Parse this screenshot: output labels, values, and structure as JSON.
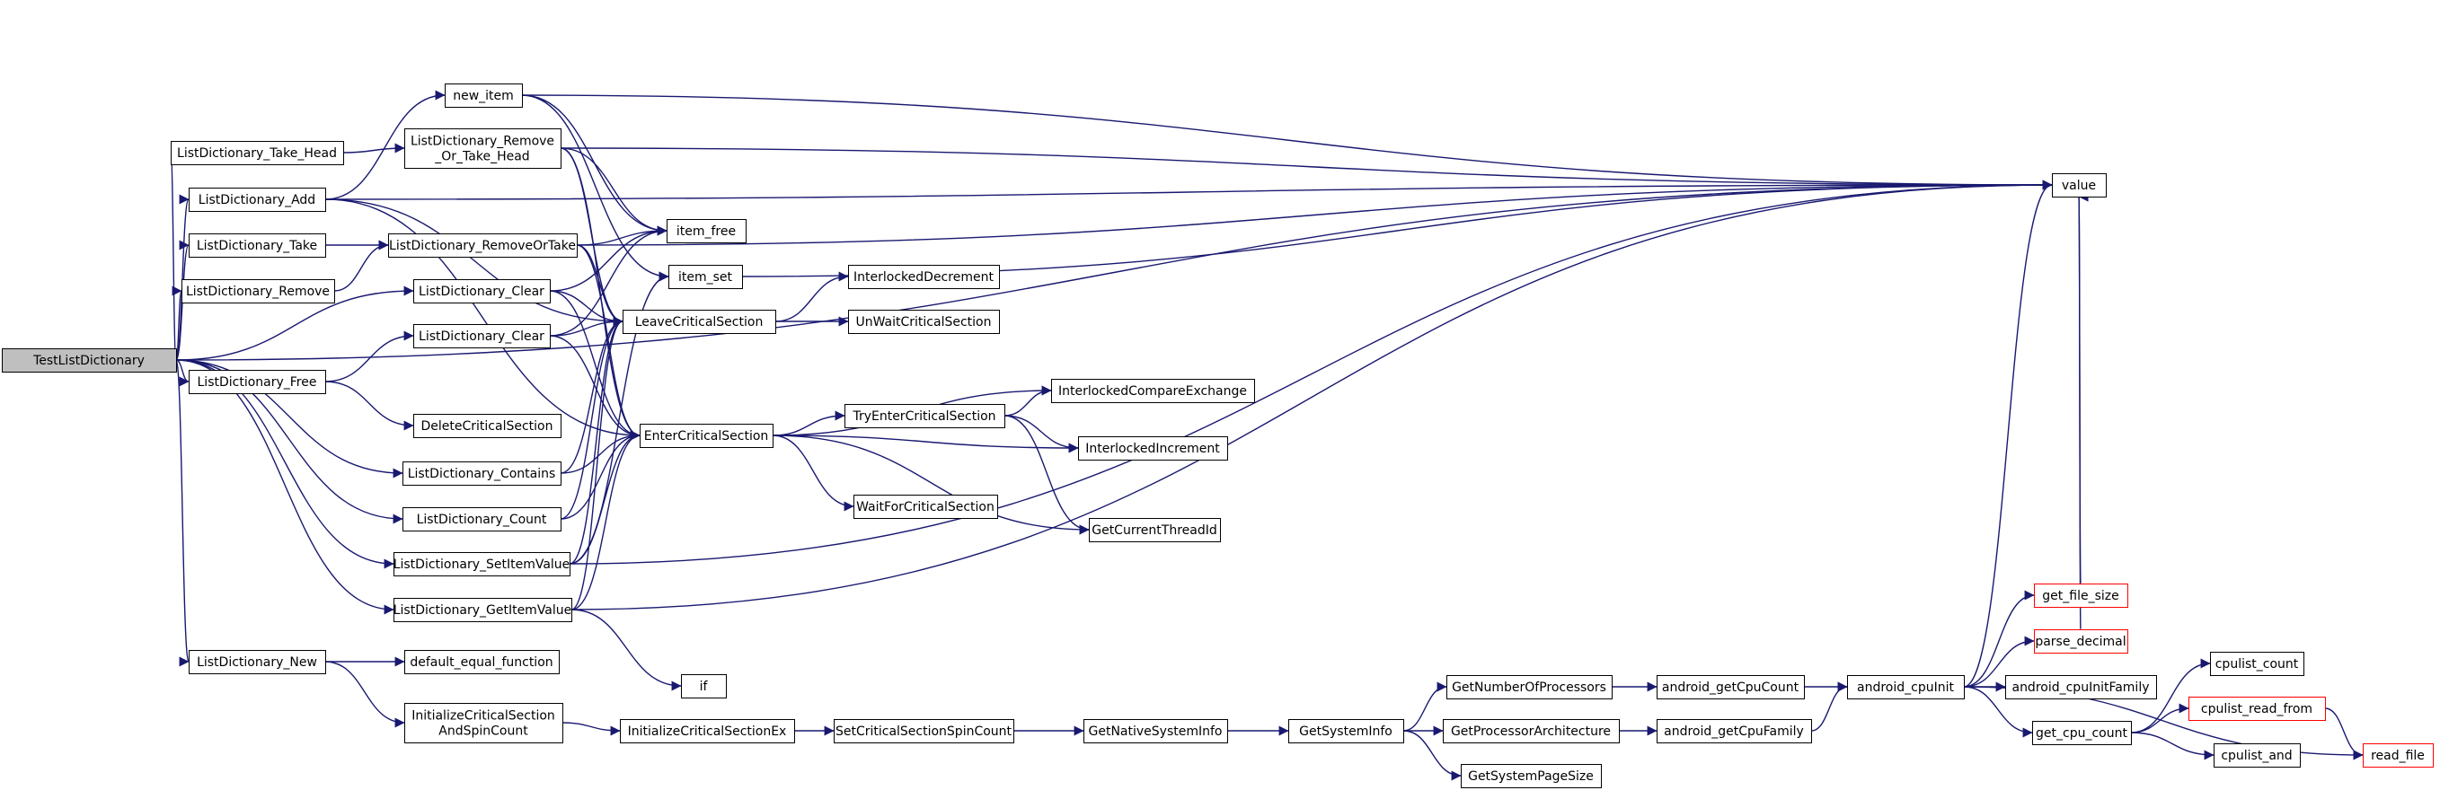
{
  "colors": {
    "edge": "#191970",
    "node_border": "#000000",
    "node_fill": "#ffffff",
    "root_fill": "#bfbfbf",
    "truncated_border": "#ff0000"
  },
  "graph": {
    "nodes": [
      {
        "id": "root",
        "lines": [
          "TestListDictionary"
        ],
        "root": true
      },
      {
        "id": "take_head",
        "lines": [
          "ListDictionary_Take_Head"
        ]
      },
      {
        "id": "add",
        "lines": [
          "ListDictionary_Add"
        ]
      },
      {
        "id": "take",
        "lines": [
          "ListDictionary_Take"
        ]
      },
      {
        "id": "remove",
        "lines": [
          "ListDictionary_Remove"
        ]
      },
      {
        "id": "free",
        "lines": [
          "ListDictionary_Free"
        ]
      },
      {
        "id": "new",
        "lines": [
          "ListDictionary_New"
        ]
      },
      {
        "id": "new_item",
        "lines": [
          "new_item"
        ]
      },
      {
        "id": "remove_or_take_head",
        "lines": [
          "ListDictionary_Remove",
          "_Or_Take_Head"
        ]
      },
      {
        "id": "removeortake",
        "lines": [
          "ListDictionary_RemoveOrTake"
        ]
      },
      {
        "id": "clear1",
        "lines": [
          "ListDictionary_Clear"
        ]
      },
      {
        "id": "clear2",
        "lines": [
          "ListDictionary_Clear"
        ]
      },
      {
        "id": "delete_cs",
        "lines": [
          "DeleteCriticalSection"
        ]
      },
      {
        "id": "contains",
        "lines": [
          "ListDictionary_Contains"
        ]
      },
      {
        "id": "count",
        "lines": [
          "ListDictionary_Count"
        ]
      },
      {
        "id": "setitem",
        "lines": [
          "ListDictionary_SetItemValue"
        ]
      },
      {
        "id": "getitem",
        "lines": [
          "ListDictionary_GetItemValue"
        ]
      },
      {
        "id": "default_equal",
        "lines": [
          "default_equal_function"
        ]
      },
      {
        "id": "init_cs_spin",
        "lines": [
          "InitializeCriticalSection",
          "AndSpinCount"
        ]
      },
      {
        "id": "item_free",
        "lines": [
          "item_free"
        ]
      },
      {
        "id": "item_set",
        "lines": [
          "item_set"
        ]
      },
      {
        "id": "leave_cs",
        "lines": [
          "LeaveCriticalSection"
        ]
      },
      {
        "id": "enter_cs",
        "lines": [
          "EnterCriticalSection"
        ]
      },
      {
        "id": "if",
        "lines": [
          "if"
        ]
      },
      {
        "id": "init_cs_ex",
        "lines": [
          "InitializeCriticalSectionEx"
        ]
      },
      {
        "id": "interlocked_dec",
        "lines": [
          "InterlockedDecrement"
        ]
      },
      {
        "id": "unwait_cs",
        "lines": [
          "UnWaitCriticalSection"
        ]
      },
      {
        "id": "tryenter_cs",
        "lines": [
          "TryEnterCriticalSection"
        ]
      },
      {
        "id": "wait_cs",
        "lines": [
          "WaitForCriticalSection"
        ]
      },
      {
        "id": "set_cs_spin",
        "lines": [
          "SetCriticalSectionSpinCount"
        ]
      },
      {
        "id": "interlocked_cmpxchg",
        "lines": [
          "InterlockedCompareExchange"
        ]
      },
      {
        "id": "interlocked_inc",
        "lines": [
          "InterlockedIncrement"
        ]
      },
      {
        "id": "get_thread_id",
        "lines": [
          "GetCurrentThreadId"
        ]
      },
      {
        "id": "get_native_sysinfo",
        "lines": [
          "GetNativeSystemInfo"
        ]
      },
      {
        "id": "get_sysinfo",
        "lines": [
          "GetSystemInfo"
        ]
      },
      {
        "id": "get_num_proc",
        "lines": [
          "GetNumberOfProcessors"
        ]
      },
      {
        "id": "get_proc_arch",
        "lines": [
          "GetProcessorArchitecture"
        ]
      },
      {
        "id": "get_page_size",
        "lines": [
          "GetSystemPageSize"
        ]
      },
      {
        "id": "android_cpucount",
        "lines": [
          "android_getCpuCount"
        ]
      },
      {
        "id": "android_cpufamily",
        "lines": [
          "android_getCpuFamily"
        ]
      },
      {
        "id": "android_cpuinit",
        "lines": [
          "android_cpuInit"
        ]
      },
      {
        "id": "value",
        "lines": [
          "value"
        ]
      },
      {
        "id": "get_file_size",
        "lines": [
          "get_file_size"
        ],
        "truncated": true
      },
      {
        "id": "parse_decimal",
        "lines": [
          "parse_decimal"
        ],
        "truncated": true
      },
      {
        "id": "android_cpuinitfamily",
        "lines": [
          "android_cpuInitFamily"
        ]
      },
      {
        "id": "get_cpu_count",
        "lines": [
          "get_cpu_count"
        ]
      },
      {
        "id": "cpulist_count",
        "lines": [
          "cpulist_count"
        ]
      },
      {
        "id": "cpulist_read_from",
        "lines": [
          "cpulist_read_from"
        ],
        "truncated": true
      },
      {
        "id": "cpulist_and",
        "lines": [
          "cpulist_and"
        ]
      },
      {
        "id": "read_file",
        "lines": [
          "read_file"
        ],
        "truncated": true
      }
    ],
    "edges": [
      [
        "root",
        "value"
      ],
      [
        "root",
        "take_head"
      ],
      [
        "root",
        "add"
      ],
      [
        "root",
        "take"
      ],
      [
        "root",
        "remove"
      ],
      [
        "root",
        "clear1"
      ],
      [
        "root",
        "free"
      ],
      [
        "root",
        "contains"
      ],
      [
        "root",
        "count"
      ],
      [
        "root",
        "setitem"
      ],
      [
        "root",
        "getitem"
      ],
      [
        "root",
        "new"
      ],
      [
        "take_head",
        "remove_or_take_head"
      ],
      [
        "add",
        "new_item"
      ],
      [
        "add",
        "value"
      ],
      [
        "add",
        "leave_cs"
      ],
      [
        "add",
        "enter_cs"
      ],
      [
        "take",
        "removeortake"
      ],
      [
        "remove",
        "removeortake"
      ],
      [
        "free",
        "clear2"
      ],
      [
        "free",
        "delete_cs"
      ],
      [
        "new",
        "default_equal"
      ],
      [
        "new",
        "init_cs_spin"
      ],
      [
        "new_item",
        "value"
      ],
      [
        "new_item",
        "item_free"
      ],
      [
        "new_item",
        "item_set"
      ],
      [
        "remove_or_take_head",
        "value"
      ],
      [
        "remove_or_take_head",
        "item_free"
      ],
      [
        "remove_or_take_head",
        "leave_cs"
      ],
      [
        "remove_or_take_head",
        "enter_cs"
      ],
      [
        "removeortake",
        "value"
      ],
      [
        "removeortake",
        "item_free"
      ],
      [
        "removeortake",
        "leave_cs"
      ],
      [
        "removeortake",
        "enter_cs"
      ],
      [
        "clear1",
        "item_free"
      ],
      [
        "clear1",
        "leave_cs"
      ],
      [
        "clear1",
        "enter_cs"
      ],
      [
        "clear2",
        "item_free"
      ],
      [
        "clear2",
        "leave_cs"
      ],
      [
        "clear2",
        "enter_cs"
      ],
      [
        "contains",
        "leave_cs"
      ],
      [
        "contains",
        "enter_cs"
      ],
      [
        "count",
        "leave_cs"
      ],
      [
        "count",
        "enter_cs"
      ],
      [
        "setitem",
        "item_set"
      ],
      [
        "setitem",
        "leave_cs"
      ],
      [
        "setitem",
        "enter_cs"
      ],
      [
        "setitem",
        "value"
      ],
      [
        "getitem",
        "leave_cs"
      ],
      [
        "getitem",
        "enter_cs"
      ],
      [
        "getitem",
        "value"
      ],
      [
        "getitem",
        "if"
      ],
      [
        "init_cs_spin",
        "init_cs_ex"
      ],
      [
        "item_set",
        "value"
      ],
      [
        "leave_cs",
        "interlocked_dec"
      ],
      [
        "leave_cs",
        "unwait_cs"
      ],
      [
        "enter_cs",
        "tryenter_cs"
      ],
      [
        "enter_cs",
        "interlocked_cmpxchg"
      ],
      [
        "enter_cs",
        "interlocked_inc"
      ],
      [
        "enter_cs",
        "wait_cs"
      ],
      [
        "enter_cs",
        "get_thread_id"
      ],
      [
        "tryenter_cs",
        "interlocked_cmpxchg"
      ],
      [
        "tryenter_cs",
        "interlocked_inc"
      ],
      [
        "tryenter_cs",
        "get_thread_id"
      ],
      [
        "init_cs_ex",
        "set_cs_spin"
      ],
      [
        "set_cs_spin",
        "get_native_sysinfo"
      ],
      [
        "get_native_sysinfo",
        "get_sysinfo"
      ],
      [
        "get_sysinfo",
        "get_num_proc"
      ],
      [
        "get_sysinfo",
        "get_proc_arch"
      ],
      [
        "get_sysinfo",
        "get_page_size"
      ],
      [
        "get_num_proc",
        "android_cpucount"
      ],
      [
        "get_proc_arch",
        "android_cpufamily"
      ],
      [
        "android_cpucount",
        "android_cpuinit"
      ],
      [
        "android_cpufamily",
        "android_cpuinit"
      ],
      [
        "android_cpuinit",
        "value"
      ],
      [
        "android_cpuinit",
        "get_file_size"
      ],
      [
        "android_cpuinit",
        "parse_decimal"
      ],
      [
        "android_cpuinit",
        "android_cpuinitfamily"
      ],
      [
        "android_cpuinit",
        "get_cpu_count"
      ],
      [
        "android_cpuinit",
        "read_file"
      ],
      [
        "get_file_size",
        "value"
      ],
      [
        "parse_decimal",
        "value"
      ],
      [
        "get_cpu_count",
        "cpulist_count"
      ],
      [
        "get_cpu_count",
        "cpulist_read_from"
      ],
      [
        "get_cpu_count",
        "cpulist_and"
      ],
      [
        "cpulist_read_from",
        "read_file"
      ]
    ]
  }
}
